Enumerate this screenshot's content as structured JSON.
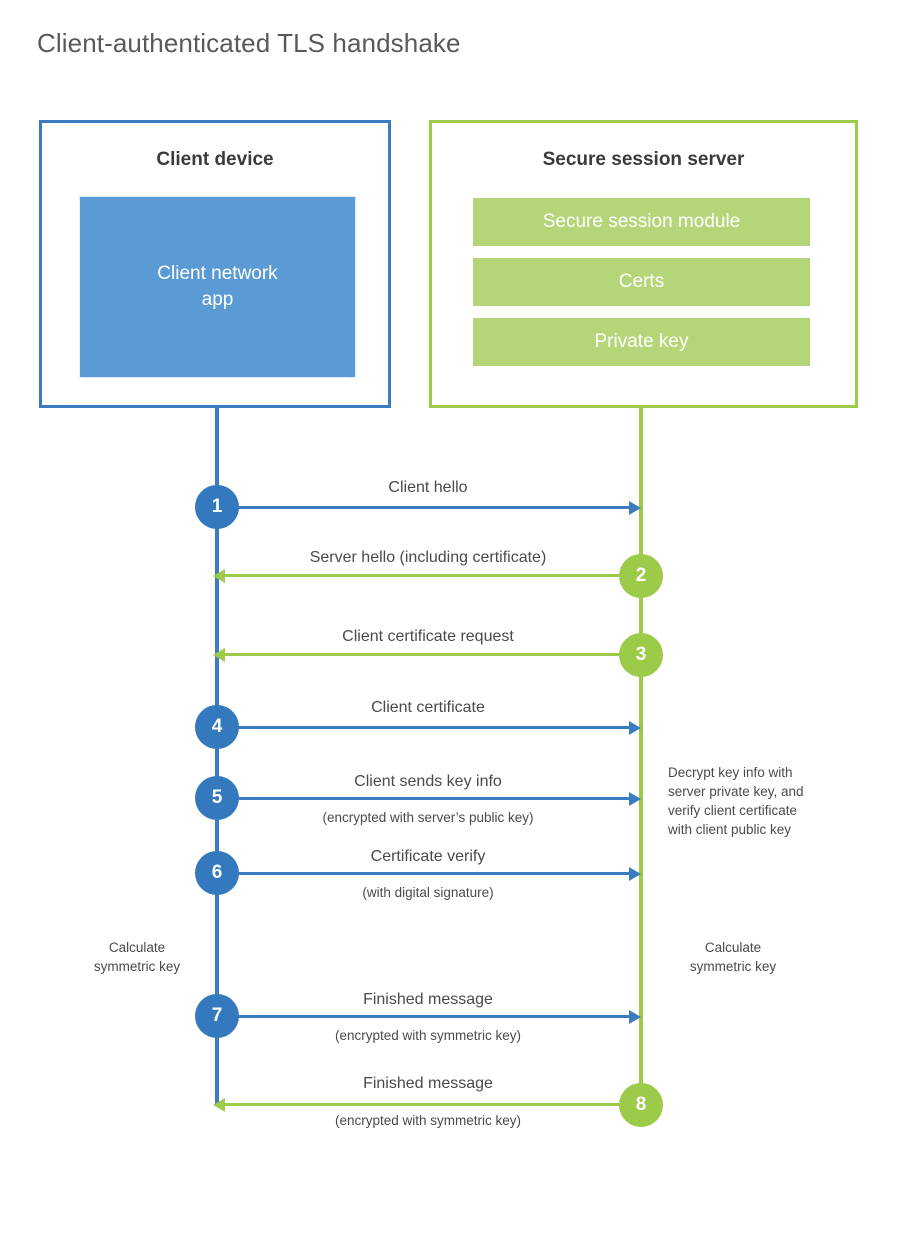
{
  "title": "Client-authenticated TLS handshake",
  "colors": {
    "blue_border": "#3b7cc0",
    "blue_fill": "#5b9bd5",
    "blue_circle": "#3479bd",
    "green_border": "#9ccb4a",
    "green_fill": "#b4d678",
    "text": "#4a4a4a",
    "title_text": "#595959"
  },
  "client": {
    "title": "Client device",
    "app_label": "Client network\napp",
    "app_label_line1": "Client network",
    "app_label_line2": "app",
    "note": {
      "line1": "Calculate",
      "line2": "symmetric key"
    }
  },
  "server": {
    "title": "Secure session server",
    "modules": [
      {
        "label": "Secure session module"
      },
      {
        "label": "Certs"
      },
      {
        "label": "Private key"
      }
    ],
    "note_decrypt": {
      "line1": "Decrypt key info with",
      "line2": "server private key, and",
      "line3": "verify client certificate",
      "line4": "with client public key"
    },
    "note_calc": {
      "line1": "Calculate",
      "line2": "symmetric key"
    }
  },
  "steps": [
    {
      "number": "1",
      "label": "Client hello",
      "sublabel": "",
      "direction": "client-to-server",
      "color": "blue"
    },
    {
      "number": "2",
      "label": "Server hello (including certificate)",
      "sublabel": "",
      "direction": "server-to-client",
      "color": "green"
    },
    {
      "number": "3",
      "label": "Client certificate request",
      "sublabel": "",
      "direction": "server-to-client",
      "color": "green"
    },
    {
      "number": "4",
      "label": "Client certificate",
      "sublabel": "",
      "direction": "client-to-server",
      "color": "blue"
    },
    {
      "number": "5",
      "label": "Client sends key info",
      "sublabel": "(encrypted with server’s public key)",
      "direction": "client-to-server",
      "color": "blue"
    },
    {
      "number": "6",
      "label": "Certificate verify",
      "sublabel": "(with digital signature)",
      "direction": "client-to-server",
      "color": "blue"
    },
    {
      "number": "7",
      "label": "Finished message",
      "sublabel": "(encrypted with symmetric key)",
      "direction": "client-to-server",
      "color": "blue"
    },
    {
      "number": "8",
      "label": "Finished message",
      "sublabel": "(encrypted with symmetric key)",
      "direction": "server-to-client",
      "color": "green"
    }
  ]
}
